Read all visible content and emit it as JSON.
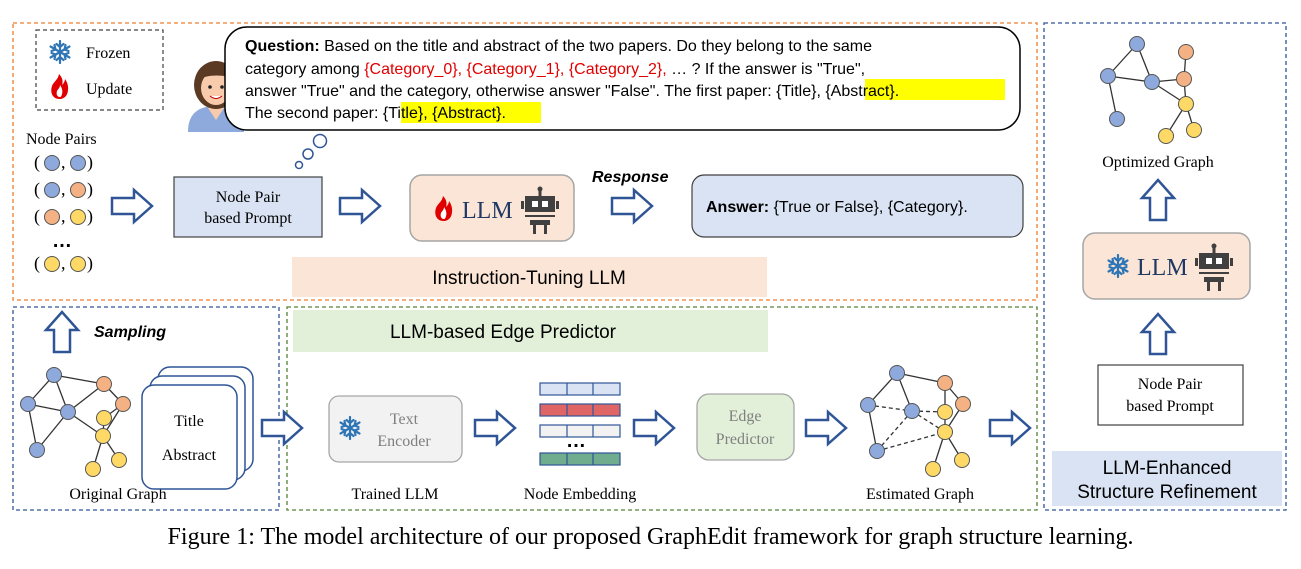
{
  "legend": {
    "frozen": "Frozen",
    "update": "Update"
  },
  "question": {
    "label": "Question:",
    "line1": "Based on the title and abstract of the two papers. Do they belong to the same",
    "line2_pre": "category among",
    "cat0": "{Category_0},",
    "cat1": "{Category_1},",
    "cat2": "{Category_2},",
    "line2_post": "… ? If the answer is \"True\",",
    "line3_pre": "answer \"True\" and the category, otherwise answer \"False\". The first paper:",
    "line3_hl": "{Title}, {Abstract}",
    "line3_end": ".",
    "line4_pre": "The second paper:",
    "line4_hl": "{Title}, {Abstract}",
    "line4_end": "."
  },
  "node_pairs": {
    "title": "Node Pairs",
    "ellipsis": "…"
  },
  "prompt_box": {
    "line1": "Node Pair",
    "line2": "based Prompt"
  },
  "llm": "LLM",
  "response": "Response",
  "answer": {
    "label": "Answer:",
    "text": "{True or False}, {Category}."
  },
  "instruction_tuning": "Instruction-Tuning LLM",
  "sampling": "Sampling",
  "edge_predictor_banner": "LLM-based Edge Predictor",
  "paper_card": {
    "title": "Title",
    "abstract": "Abstract"
  },
  "original_graph": "Original Graph",
  "text_encoder": {
    "line1": "Text",
    "line2": "Encoder"
  },
  "trained_llm": "Trained LLM",
  "node_embedding": {
    "label": "Node Embedding",
    "ellipsis": "…"
  },
  "edge_predictor": {
    "line1": "Edge",
    "line2": "Predictor"
  },
  "estimated_graph": "Estimated Graph",
  "optimized_graph": "Optimized Graph",
  "right_prompt": {
    "line1": "Node Pair",
    "line2": "based Prompt"
  },
  "refinement": {
    "line1": "LLM-Enhanced",
    "line2": "Structure Refinement"
  },
  "caption": "Figure 1: The model architecture of our proposed GraphEdit framework for graph structure learning.",
  "colors": {
    "blue_node": "#8EA9DB",
    "orange_node": "#F4B183",
    "yellow_node": "#FFD966",
    "arrow": "#2F5597",
    "llm_box": "#FBE5D6",
    "answer_box": "#DAE3F3",
    "highlight": "#FFFF00",
    "category_red": "#E00000",
    "instruction_banner": "#FBE5D6",
    "edge_banner": "#E2F0D9",
    "refinement_box": "#DAE3F3"
  },
  "icons": [
    "snowflake-icon",
    "flame-icon",
    "robot-icon",
    "person-avatar",
    "thought-bubble",
    "block-arrow-icon"
  ]
}
